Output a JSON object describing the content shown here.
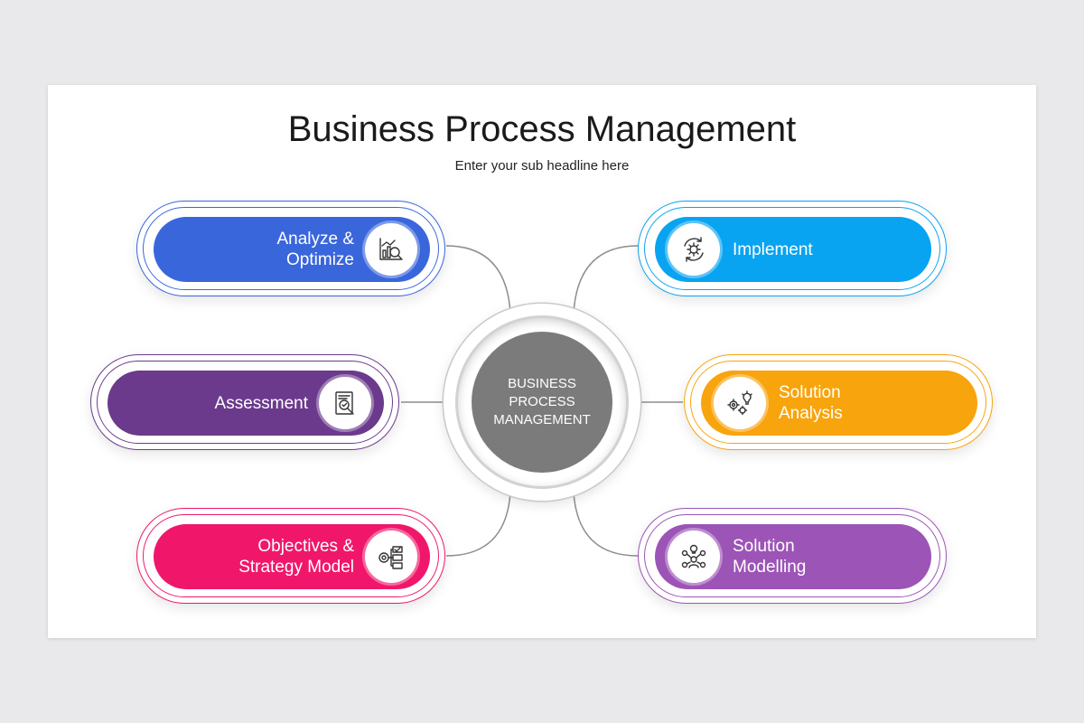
{
  "header": {
    "title": "Business Process Management",
    "subtitle": "Enter your sub headline here"
  },
  "center": {
    "label": "BUSINESS\nPROCESS\nMANAGEMENT",
    "color": "#7b7b7b"
  },
  "items": [
    {
      "label": "Analyze &\nOptimize",
      "icon": "chart-magnifier-icon",
      "color": "#3a66dc"
    },
    {
      "label": "Assessment",
      "icon": "document-magnifier-icon",
      "color": "#6b3a8c"
    },
    {
      "label": "Objectives &\nStrategy Model",
      "icon": "target-checklist-icon",
      "color": "#f0176b"
    },
    {
      "label": "Implement",
      "icon": "gear-cycle-icon",
      "color": "#08a4f2"
    },
    {
      "label": "Solution\nAnalysis",
      "icon": "gears-lightbulb-icon",
      "color": "#f8a40c"
    },
    {
      "label": "Solution\nModelling",
      "icon": "idea-network-icon",
      "color": "#9c54b6"
    }
  ]
}
